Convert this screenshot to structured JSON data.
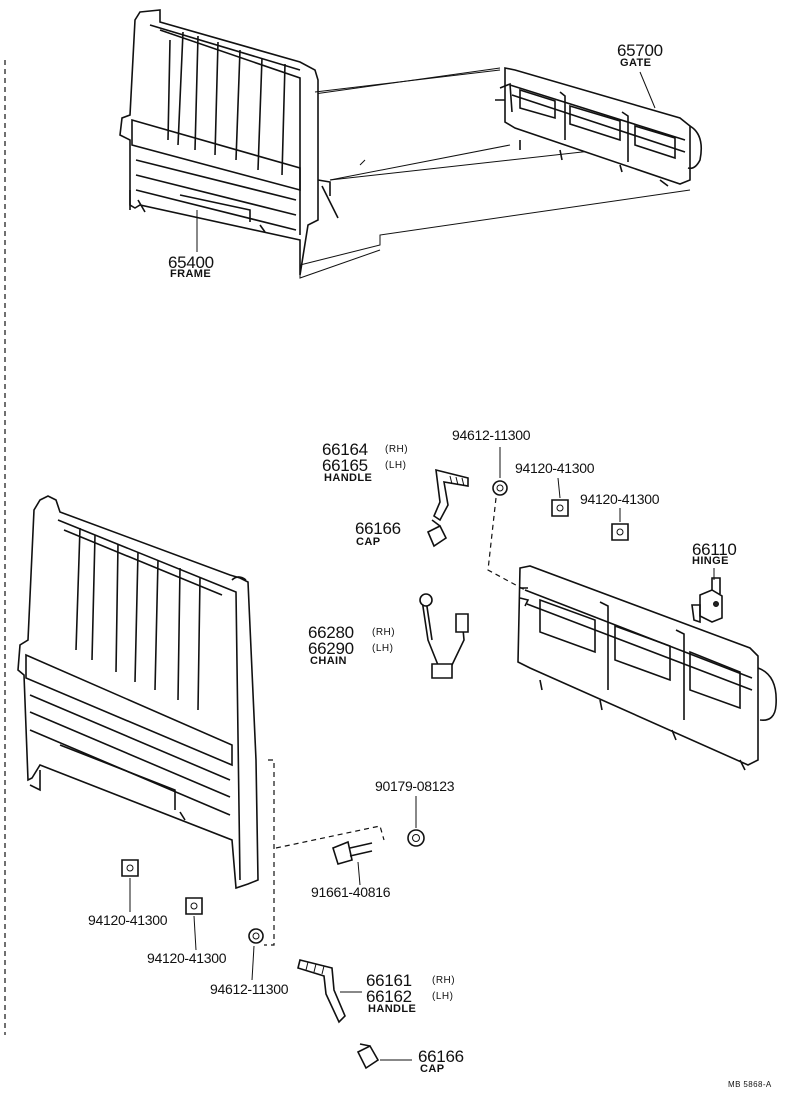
{
  "labels": {
    "p65700": "65700",
    "gate": "GATE",
    "p65400": "65400",
    "frame": "FRAME",
    "p94612a": "94612-11300",
    "p66164": "66164",
    "rh1": "(RH)",
    "p66165": "66165",
    "lh1": "(LH)",
    "handle1": "HANDLE",
    "p94120a": "94120-41300",
    "p94120b": "94120-41300",
    "p66166a": "66166",
    "cap1": "CAP",
    "p66110": "66110",
    "hinge": "HINGE",
    "p66280": "66280",
    "rh2": "(RH)",
    "p66290": "66290",
    "lh2": "(LH)",
    "chain": "CHAIN",
    "p90179": "90179-08123",
    "p91661": "91661-40816",
    "p94120c": "94120-41300",
    "p94120d": "94120-41300",
    "p94612b": "94612-11300",
    "p66161": "66161",
    "rh3": "(RH)",
    "p66162": "66162",
    "lh3": "(LH)",
    "handle2": "HANDLE",
    "p66166b": "66166",
    "cap2": "CAP",
    "code": "MB 5868-A"
  }
}
